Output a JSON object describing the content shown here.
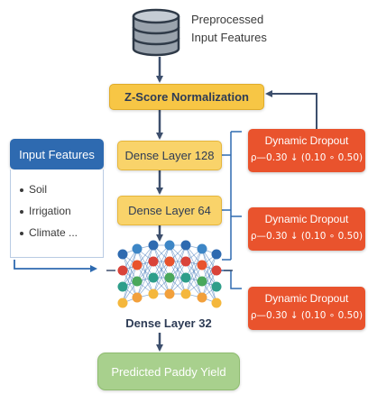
{
  "database": {
    "label_line1": "Preprocessed",
    "label_line2": "Input Features",
    "icon": "database-icon"
  },
  "zscore": {
    "label": "Z-Score Normalization"
  },
  "dense_layers": [
    {
      "label": "Dense Layer  128"
    },
    {
      "label": "Dense Layer  64"
    },
    {
      "label": "Dense Layer  32"
    }
  ],
  "input_features": {
    "title": "Input Features",
    "items": [
      "Soil",
      "Irrigation",
      "Climate ..."
    ]
  },
  "dropouts": [
    {
      "title": "Dynamic Dropout",
      "formula": "ρ—0.30 ↓ (0.10 ∘ 0.50)"
    },
    {
      "title": "Dynamic Dropout",
      "formula": "ρ—0.30 ↓ (0.10 ∘ 0.50)"
    },
    {
      "title": "Dynamic Dropout",
      "formula": "ρ—0.30 ↓ (0.10 ∘ 0.50)"
    }
  ],
  "output": {
    "label": "Predicted Paddy Yield"
  },
  "colors": {
    "yellow": "#f7c645",
    "blue": "#2e6ab0",
    "orange": "#e9532d",
    "green": "#a8d08d",
    "arrow": "#3d4f6d"
  }
}
